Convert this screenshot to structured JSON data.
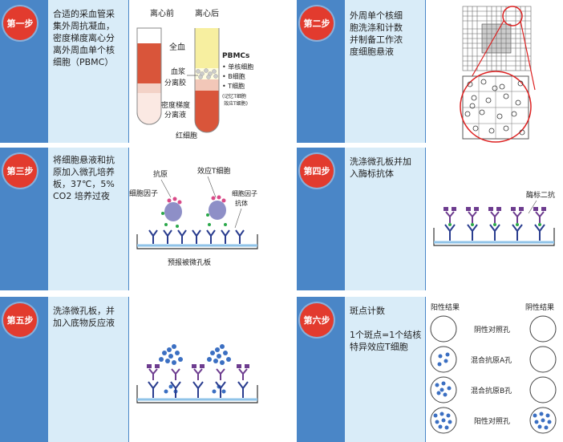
{
  "steps": [
    {
      "badge": "第一步",
      "text": "合适的采血管采\n集外周抗凝血，\n密度梯度离心分\n离外周血单个核\n细胞（PBMC）"
    },
    {
      "badge": "第二步",
      "text": "外周单个核细\n胞洗涤和计数\n并制备工作浓\n度细胞悬液"
    },
    {
      "badge": "第三步",
      "text": "将细胞悬液和抗\n原加入微孔培养\n板，37℃，5%\nCO2 培养过夜"
    },
    {
      "badge": "第四步",
      "text": "洗涤微孔板并加\n入酶标抗体"
    },
    {
      "badge": "第五步",
      "text": "洗涤微孔板，并\n加入底物反应液"
    },
    {
      "badge": "第六步",
      "text": "斑点计数\n\n1个斑点=1个结核\n特异效应T细胞"
    }
  ],
  "step1": {
    "before": "离心前",
    "after": "离心后",
    "whole_blood": "全血",
    "plasma": "血浆",
    "separator": "分离胶",
    "density": "密度梯度",
    "density2": "分离液",
    "rbc": "红细胞",
    "pbmc": "PBMCs",
    "b1": "• 单核细胞",
    "b2": "• B细胞",
    "b3": "• T细胞",
    "b4": "(记忆T细胞",
    "b5": "效应T细胞)"
  },
  "step3": {
    "antigen": "抗原",
    "effector": "效应T细胞",
    "cytokine": "细胞因子",
    "cyto_ab": "细胞因子",
    "cyto_ab2": "抗体",
    "plate": "预报被微孔板"
  },
  "step4": {
    "enzyme_ab": "酶标二抗"
  },
  "step6": {
    "col_left": "阳性结果",
    "col_right": "阴性结果",
    "rows": [
      "阴性对照孔",
      "混合抗原A孔",
      "混合抗原B孔",
      "阳性对照孔"
    ]
  },
  "colors": {
    "panel": "#4a86c7",
    "text_bg": "#d9ecf8",
    "badge": "#e23b2e",
    "blood": "#d9553a",
    "plasma": "#f7efa0",
    "antibody": "#2a3d8f",
    "enzyme": "#6d3c8f",
    "spot": "#3b6fc2",
    "cytokine": "#2aa84a"
  }
}
